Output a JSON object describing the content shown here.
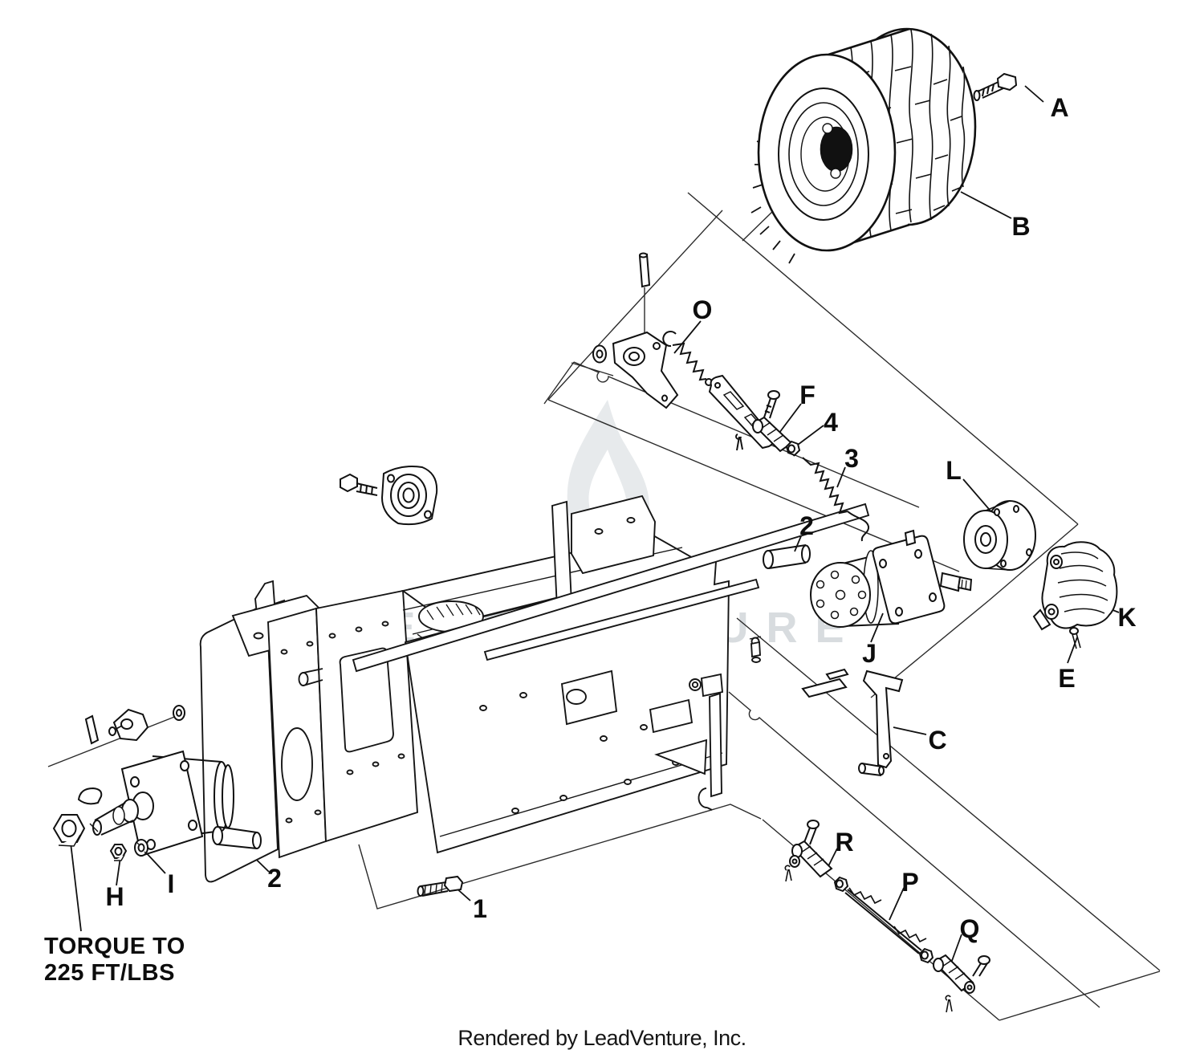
{
  "watermark": {
    "text": "LEADVENTURE",
    "color": "#d8dcdf",
    "flame_color": "#e7eaec"
  },
  "footer": {
    "text": "Rendered by LeadVenture, Inc."
  },
  "torque_note": {
    "line1": "TORQUE TO",
    "line2": "225 FT/LBS"
  },
  "part_labels": [
    {
      "text": "A"
    },
    {
      "text": "B"
    },
    {
      "text": "O"
    },
    {
      "text": "F"
    },
    {
      "text": "4"
    },
    {
      "text": "3"
    },
    {
      "text": "L"
    },
    {
      "text": "2"
    },
    {
      "text": "K"
    },
    {
      "text": "J"
    },
    {
      "text": "E"
    },
    {
      "text": "C"
    },
    {
      "text": "2"
    },
    {
      "text": "H"
    },
    {
      "text": "I"
    },
    {
      "text": "1"
    },
    {
      "text": "R"
    },
    {
      "text": "P"
    },
    {
      "text": "Q"
    }
  ],
  "colors": {
    "line": "#161616",
    "construction": "#2b2b2b"
  }
}
